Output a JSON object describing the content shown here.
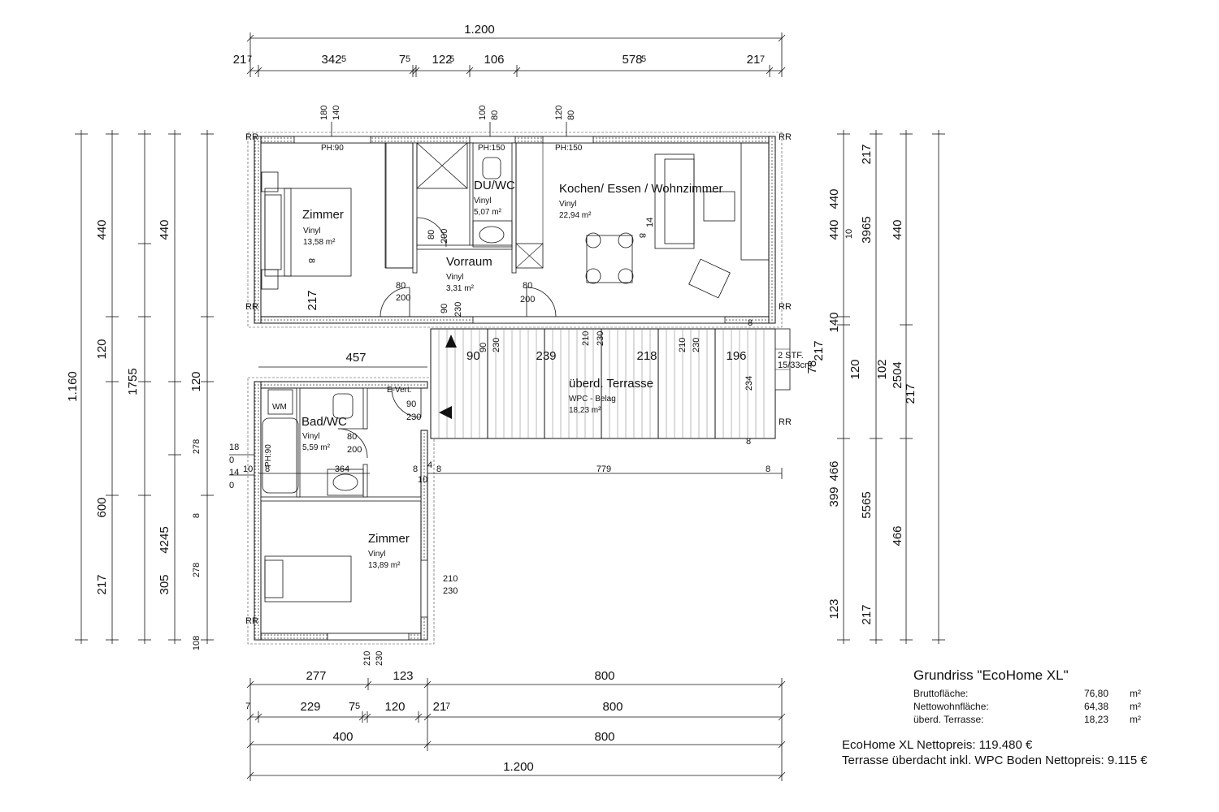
{
  "dims": {
    "top_total": "1.200",
    "top_a": "21",
    "top_a2": "7",
    "top_b": "342",
    "top_b2": "5",
    "top_c": "7",
    "top_c2": "5",
    "top_d": "122",
    "top_d2": "5",
    "top_e": "106",
    "top_f": "578",
    "top_f2": "5",
    "top_g": "21",
    "top_g2": "7",
    "bot_1a": "277",
    "bot_1b": "123",
    "bot_1c": "800",
    "bot_2a": "7",
    "bot_2b": "229",
    "bot_2c": "7",
    "bot_2c2": "5",
    "bot_2d": "120",
    "bot_2e": "21",
    "bot_2e2": "7",
    "bot_2f": "800",
    "bot_3a": "400",
    "bot_3b": "800",
    "bot_total": "1.200",
    "left_1": "440",
    "left_2": "120",
    "left_3": "600",
    "left_4": "217",
    "left_5": "440",
    "left_6": "1755",
    "left_7": "4245",
    "left_8": "305",
    "left_9": "120",
    "left_10": "1.160",
    "left_11": "278",
    "left_12": "8",
    "left_13": "278",
    "left_14": "108",
    "right_1": "217",
    "right_2": "440",
    "right_3": "10",
    "right_4": "3965",
    "right_5": "440",
    "right_6": "140",
    "right_7": "120",
    "right_8": "102",
    "right_9": "2504",
    "right_10": "217",
    "right_11": "399",
    "right_12": "466",
    "right_13": "5565",
    "right_14": "466",
    "right_15": "123",
    "right_16": "217",
    "win_1a": "180",
    "win_1b": "140",
    "win_2a": "100",
    "win_2b": "80",
    "win_3a": "120",
    "win_3b": "80",
    "ph_1": "PH:90",
    "ph_2": "PH:150",
    "ph_3": "PH:150",
    "ph_4": "PH:90",
    "rr": "RR",
    "mid_457": "457",
    "terr_90": "90",
    "terr_239": "239",
    "terr_218": "218",
    "terr_196": "196",
    "terr_217": "217",
    "terr_78": "78",
    "terr_234": "234",
    "terr_8a": "8",
    "terr_8b": "8",
    "stf": "2 STF.",
    "stf2": "15/33cm",
    "d_8": "8",
    "d_779": "779",
    "d_8b": "8",
    "d_364": "364",
    "d_10": "10",
    "d_4": "4",
    "d_10b": "10",
    "d_8c": "8",
    "left_small_18": "18",
    "left_small_0": "0",
    "left_small_14": "14",
    "left_small_0b": "0",
    "left_small_10": "10",
    "left_small_8": "8",
    "door_80": "80",
    "door_200": "200",
    "door2_80": "80",
    "door2_200": "200",
    "door3_80": "80",
    "door3_200": "200",
    "door4_90": "90",
    "door4_230": "230",
    "door5_210": "210",
    "door5_230": "230",
    "door6_210": "210",
    "door6_230": "230",
    "door7_90": "90",
    "door7_230": "230",
    "door8_90": "90",
    "door8_230": "230",
    "door9_80": "80",
    "door9_200": "200",
    "door10_210": "210",
    "door10_230": "230",
    "door11_210": "210",
    "door11_230": "230",
    "zimmer1_217": "217",
    "kitchen_14": "14",
    "kitchen_8": "8",
    "zimmer1_8": "8",
    "wm": "WM",
    "everteiler": "E-Vert."
  },
  "rooms": {
    "zimmer1": {
      "name": "Zimmer",
      "floor": "Vinyl",
      "area": "13,58 m²"
    },
    "duwc": {
      "name": "DU/WC",
      "floor": "Vinyl",
      "area": "5,07 m²"
    },
    "kitchen": {
      "name": "Kochen/ Essen / Wohnzimmer",
      "floor": "Vinyl",
      "area": "22,94 m²"
    },
    "vorraum": {
      "name": "Vorraum",
      "floor": "Vinyl",
      "area": "3,31 m²"
    },
    "terrasse": {
      "name": "überd. Terrasse",
      "floor": "WPC - Belag",
      "area": "18,23 m²"
    },
    "badwc": {
      "name": "Bad/WC",
      "floor": "Vinyl",
      "area": "5,59 m²"
    },
    "zimmer2": {
      "name": "Zimmer",
      "floor": "Vinyl",
      "area": "13,89 m²"
    }
  },
  "legend": {
    "title": "Grundriss \"EcoHome XL\"",
    "rows": [
      {
        "label": "Bruttofläche:",
        "value": "76,80",
        "unit": "m²"
      },
      {
        "label": "Nettowohnfläche:",
        "value": "64,38",
        "unit": "m²"
      },
      {
        "label": "überd. Terrasse:",
        "value": "18,23",
        "unit": "m²"
      }
    ]
  },
  "price": {
    "line1": "EcoHome XL Nettopreis: 119.480 €",
    "line2": "Terrasse überdacht inkl. WPC Boden Nettopreis: 9.115 €"
  }
}
